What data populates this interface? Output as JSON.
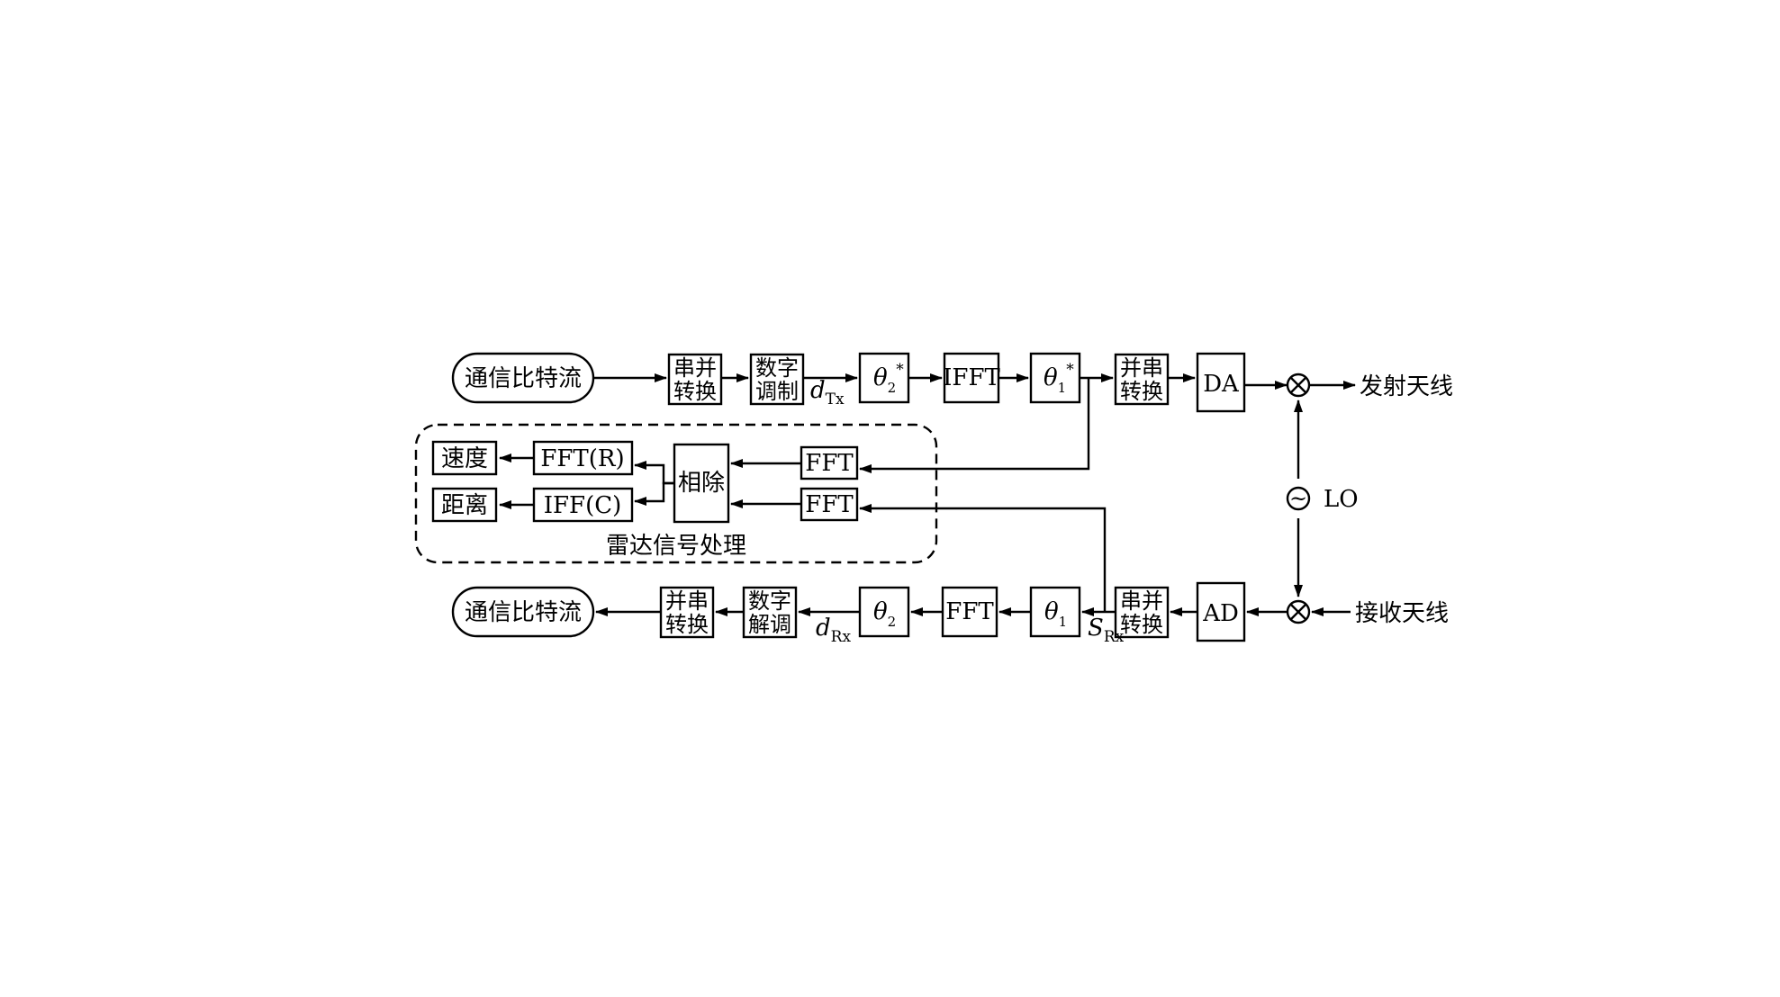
{
  "tx": {
    "source": "通信比特流",
    "sp_line1": "串并",
    "sp_line2": "转换",
    "mod_line1": "数字",
    "mod_line2": "调制",
    "d_tx_main": "d",
    "d_tx_sub": "Tx",
    "theta2_main": "θ",
    "theta2_sub": "2",
    "theta2_sup": "*",
    "ifft": "IFFT",
    "theta1_main": "θ",
    "theta1_sub": "1",
    "theta1_sup": "*",
    "ps_line1": "并串",
    "ps_line2": "转换",
    "dac": "DA",
    "mixer": "⊗",
    "antenna": "发射天线"
  },
  "lo": {
    "symbol": "~",
    "label": "LO"
  },
  "radar": {
    "title": "雷达信号处理",
    "speed": "速度",
    "range": "距离",
    "fft_r": "FFT(R)",
    "iff_c": "IFF(C)",
    "divide": "相除",
    "fft_top": "FFT",
    "fft_bottom": "FFT"
  },
  "rx": {
    "sink": "通信比特流",
    "ps_line1": "并串",
    "ps_line2": "转换",
    "demod_line1": "数字",
    "demod_line2": "解调",
    "d_rx_main": "d",
    "d_rx_sub": "Rx",
    "theta2_main": "θ",
    "theta2_sub": "2",
    "fft": "FFT",
    "theta1_main": "θ",
    "theta1_sub": "1",
    "s_rx_main": "S",
    "s_rx_sub": "Rx",
    "sp_line1": "串并",
    "sp_line2": "转换",
    "adc": "AD",
    "mixer": "⊗",
    "antenna": "接收天线"
  }
}
